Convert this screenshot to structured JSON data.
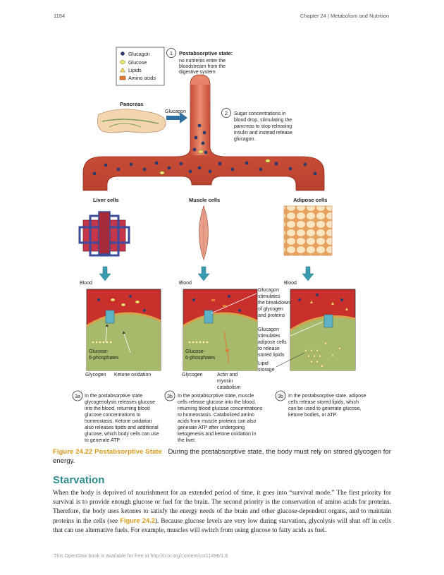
{
  "header": {
    "page_number": "1184",
    "chapter": "Chapter 24 | Metabolism and Nutrition"
  },
  "legend": {
    "glucagon": "Glucagon",
    "glucose": "Glucose",
    "lipids": "Lipids",
    "amino": "Amino acids"
  },
  "step1": {
    "num": "1",
    "title": "Postabsorptive state:",
    "lines": [
      "no nutrients enter the",
      "bloodstream from the",
      "digestive system"
    ]
  },
  "step2": {
    "num": "2",
    "lines": [
      "Sugar concentrations in",
      "blood drop, stimulating the",
      "pancreas to stop releasing",
      "insulin and instead release",
      "glucagon."
    ]
  },
  "labels": {
    "pancreas": "Pancreas",
    "glucagon_arrow": "Glucagon",
    "liver": "Liver cells",
    "muscle": "Muscle cells",
    "adipose": "Adipose cells",
    "blood": "Blood",
    "glucose6p": [
      "Glucose-",
      "6-phosphates"
    ],
    "glycogen": "Glycogen",
    "ketone": "Ketone oxidation",
    "actin": [
      "Actin and",
      "myosin",
      "catabolism"
    ],
    "glucagon_muscle": [
      "Glucagon",
      "stimulates",
      "the breakdown",
      "of glycogen",
      "and proteins"
    ],
    "glucagon_adipose": [
      "Glucagon",
      "stimulates",
      "adipose cells",
      "to release",
      "stored lipids"
    ],
    "lipid_storage": [
      "Lipid",
      "storage"
    ]
  },
  "steps3": [
    {
      "num": "3a",
      "lines": [
        "In the postabsorptive state",
        "glycogenolysis releases glucose",
        "into the blood, returning blood",
        "glucose concentrations to",
        "homeostasis. Ketone oxidation",
        "also releases lipids and additional",
        "glucose, which body cells can use",
        "to generate ATP."
      ]
    },
    {
      "num": "3b",
      "lines": [
        "In the postabsorptive state, muscle",
        "cells release glucose into the blood,",
        "returning blood glucose concentrations",
        "to homeostasis. Catabolized amino",
        "acids from muscle proteins can also",
        "generate ATP after undergoing",
        "ketogenesis and ketone oxidation in",
        "the liver."
      ]
    },
    {
      "num": "3b",
      "lines": [
        "In the postabsorptive state, adipose",
        "cells release stored lipids, which",
        "can be used to generate glucose,",
        "ketone bodies, or ATP."
      ]
    }
  ],
  "caption": {
    "label": "Figure 24.22 Postabsorptive State",
    "text": "During the postabsorptive state, the body must rely on stored glycogen for energy."
  },
  "section": {
    "title": "Starvation"
  },
  "body": {
    "part1": "When the body is deprived of nourishment for an extended period of time, it goes into “survival mode.” The first priority for survival is to provide enough glucose or fuel for the brain. The second priority is the conservation of amino acids for proteins. Therefore, the body uses ketones to satisfy the energy needs of the brain and other glucose-dependent organs, and to maintain proteins in the cells (see ",
    "link": "Figure 24.2",
    "part2": "). Because glucose levels are very low during starvation, glycolysis will shut off in cells that can use alternative fuels. For example, muscles will switch from using glucose to fatty acids as fuel."
  },
  "footer": "This OpenStax book is available for free at http://cnx.org/content/col11496/1.8",
  "colors": {
    "blood": "#c0392b",
    "vessel": "#d9674f",
    "cell_green": "#a7b96a",
    "accent": "#d99b1c",
    "teal": "#2e8b8b"
  }
}
